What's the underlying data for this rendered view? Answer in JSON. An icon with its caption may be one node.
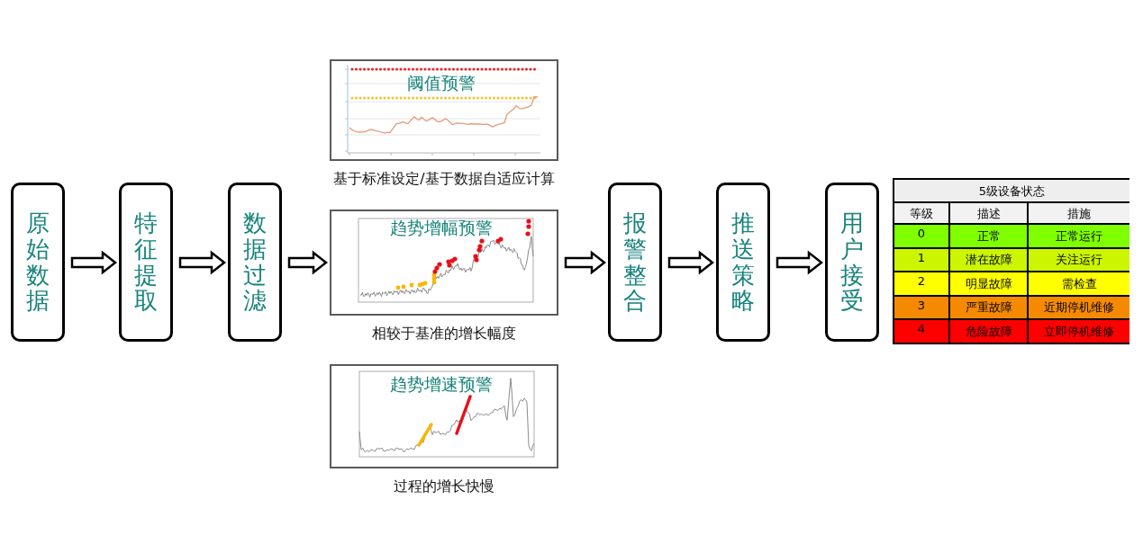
{
  "diagram": {
    "nodes": [
      {
        "text": [
          "原始数据"
        ]
      },
      {
        "text": [
          "特征提取"
        ]
      },
      {
        "text": [
          "数据过滤"
        ]
      },
      {
        "text": [
          "阈值预警"
        ],
        "beside": [
          "基于标准设定/基于数据自适应计算"
        ]
      },
      {
        "text": [
          "趋势增幅预警"
        ],
        "beside": [
          "相较于基准的增长幅度"
        ]
      },
      {
        "text": [
          "趋势增速预警"
        ],
        "beside": [
          "过程的增长快慢"
        ]
      },
      {
        "text": [
          "报警整合"
        ]
      },
      {
        "text": [
          "推送策略"
        ]
      },
      {
        "text": [
          "用户接受"
        ]
      }
    ],
    "edges": [
      {
        "from": 0,
        "to": 1,
        "arrow": "to"
      },
      {
        "from": 1,
        "to": 2,
        "arrow": "to"
      },
      {
        "from": 2,
        "to": 4,
        "arrow": "to"
      },
      {
        "from": 4,
        "to": 6,
        "arrow": "to"
      },
      {
        "from": 6,
        "to": 7,
        "arrow": "to"
      },
      {
        "from": 7,
        "to": 8,
        "arrow": "to"
      }
    ],
    "labels": [
      "5级设备状态",
      "等级",
      "描述",
      "措施",
      "0",
      "正常",
      "正常运行",
      "1",
      "潜在故障",
      "关注运行",
      "2",
      "明显故障",
      "需检查",
      "3",
      "严重故障",
      "近期停机维修",
      "4",
      "危险故障",
      "立即停机维修"
    ]
  }
}
